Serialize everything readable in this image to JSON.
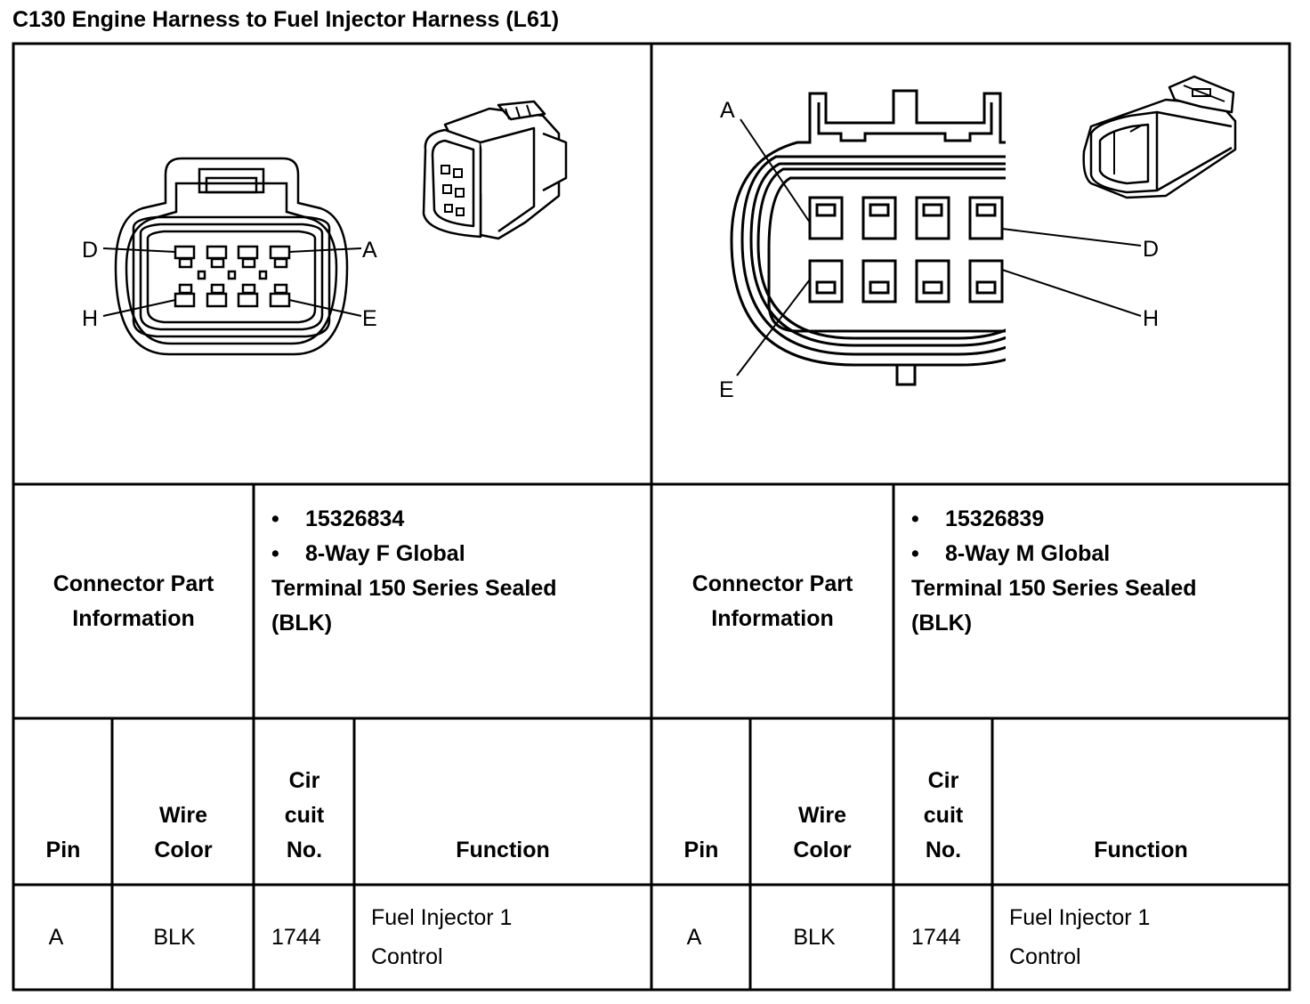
{
  "title": "C130 Engine Harness to Fuel Injector Harness (L61)",
  "left": {
    "diagram": {
      "pin_labels": {
        "d": "D",
        "a": "A",
        "h": "H",
        "e": "E"
      }
    },
    "header_label": [
      "Connector Part",
      "Information"
    ],
    "part_number": "15326834",
    "connector_type": "8-Way F Global",
    "terminal_lines": [
      "Terminal 150 Series Sealed",
      "(BLK)"
    ],
    "columns": {
      "pin": "Pin",
      "wire_color": [
        "Wire",
        "Color"
      ],
      "circuit": [
        "Cir",
        "cuit",
        "No."
      ],
      "function": "Function"
    },
    "rows": [
      {
        "pin": "A",
        "wire_color": "BLK",
        "circuit": "1744",
        "function": [
          "Fuel Injector 1",
          "Control"
        ]
      }
    ]
  },
  "right": {
    "diagram": {
      "pin_labels": {
        "a": "A",
        "d": "D",
        "e": "E",
        "h": "H"
      }
    },
    "header_label": [
      "Connector Part",
      "Information"
    ],
    "part_number": "15326839",
    "connector_type": "8-Way M Global",
    "terminal_lines": [
      "Terminal 150 Series Sealed",
      "(BLK)"
    ],
    "columns": {
      "pin": "Pin",
      "wire_color": [
        "Wire",
        "Color"
      ],
      "circuit": [
        "Cir",
        "cuit",
        "No."
      ],
      "function": "Function"
    },
    "rows": [
      {
        "pin": "A",
        "wire_color": "BLK",
        "circuit": "1744",
        "function": [
          "Fuel Injector 1",
          "Control"
        ]
      }
    ]
  },
  "bullet_char": "•"
}
